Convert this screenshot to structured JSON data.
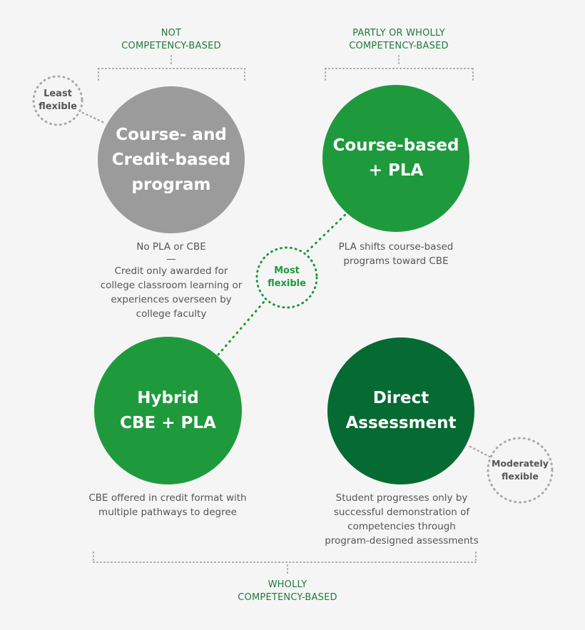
{
  "labels": {
    "not_cbe": [
      "NOT",
      "COMPETENCY-BASED"
    ],
    "partly_cbe": [
      "PARTLY OR WHOLLY",
      "COMPETENCY-BASED"
    ],
    "wholly_cbe": [
      "WHOLLY",
      "COMPETENCY-BASED"
    ]
  },
  "circles": {
    "course_credit": {
      "lines": [
        "Course- and",
        "Credit-based",
        "program"
      ],
      "color": "#9b9b9b"
    },
    "course_pla": {
      "lines": [
        "Course-based",
        "+ PLA"
      ],
      "color": "#1e9a3d"
    },
    "hybrid": {
      "lines": [
        "Hybrid",
        "CBE + PLA"
      ],
      "color": "#1e9a3d"
    },
    "direct": {
      "lines": [
        "Direct",
        "Assessment"
      ],
      "color": "#066a33"
    }
  },
  "descriptions": {
    "course_credit": [
      "No PLA or CBE",
      "—",
      "Credit only awarded for",
      "college classroom learning or",
      "experiences overseen by",
      "college faculty"
    ],
    "course_pla": [
      "PLA shifts course-based",
      "programs toward CBE"
    ],
    "hybrid": [
      "CBE offered in credit format with",
      "multiple pathways to degree"
    ],
    "direct": [
      "Student progresses only by",
      "successful demonstration of",
      "competencies through",
      "program-designed assessments"
    ]
  },
  "flexibility": {
    "least": [
      "Least",
      "flexible"
    ],
    "most": [
      "Most",
      "flexible"
    ],
    "moderate": [
      "Moderately",
      "flexible"
    ]
  },
  "colors": {
    "green_text": "#1f7a3c",
    "gray_text": "#555555",
    "gray_dots": "#a8a8a8",
    "green_dots": "#1e9a3d"
  }
}
